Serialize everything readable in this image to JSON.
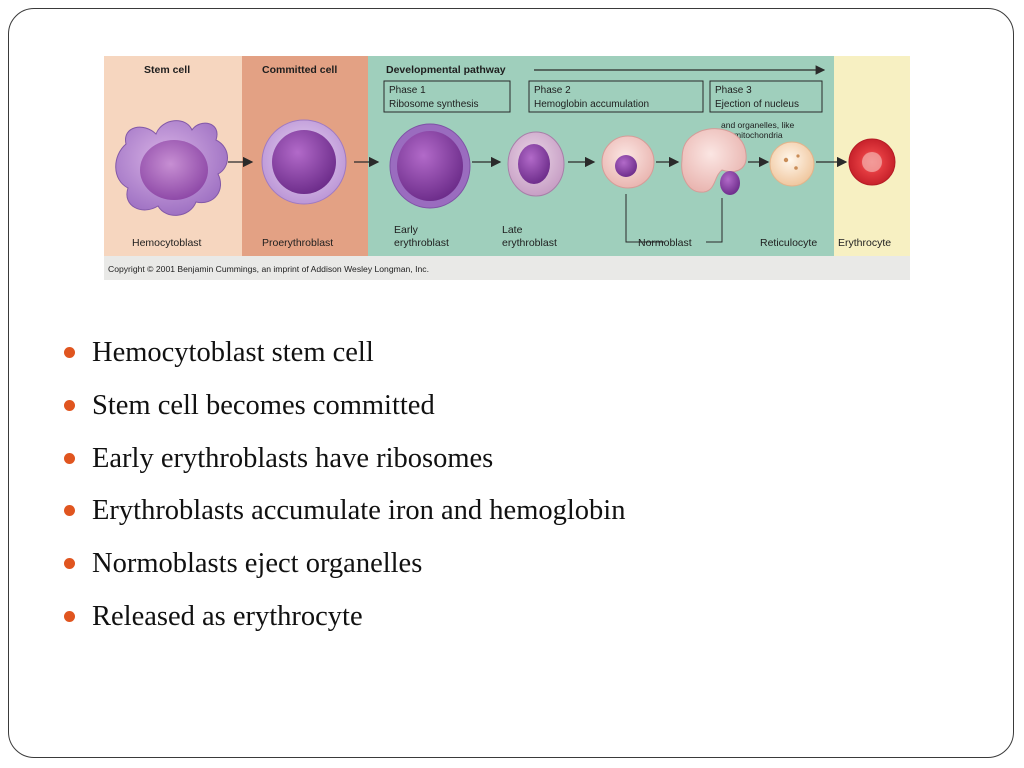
{
  "figure": {
    "headers": {
      "stem_cell": "Stem cell",
      "committed_cell": "Committed cell",
      "developmental_pathway": "Developmental pathway"
    },
    "phases": [
      {
        "title": "Phase 1",
        "desc": "Ribosome synthesis"
      },
      {
        "title": "Phase 2",
        "desc": "Hemoglobin accumulation"
      },
      {
        "title": "Phase 3",
        "desc": "Ejection of nucleus"
      }
    ],
    "note_line1": "and organelles, like",
    "note_line2": "mitochondria",
    "cell_labels": {
      "hemocytoblast": "Hemocytoblast",
      "proerythroblast": "Proerythroblast",
      "early_1": "Early",
      "early_2": "erythroblast",
      "late_1": "Late",
      "late_2": "erythroblast",
      "normoblast": "Normoblast",
      "reticulocyte": "Reticulocyte",
      "erythrocyte": "Erythrocyte"
    },
    "copyright": "Copyright © 2001 Benjamin Cummings, an imprint of Addison Wesley Longman, Inc.",
    "colors": {
      "stem_bg": "#f6d6bf",
      "committed_bg": "#e3a184",
      "pathway_bg": "#9fcfbc",
      "erythrocyte_bg": "#f7f0c2",
      "copyright_bg": "#e9e9e7",
      "bullet": "#e0551f"
    }
  },
  "bullets": [
    "Hemocytoblast stem cell",
    "Stem cell becomes committed",
    "Early erythroblasts have ribosomes",
    "Erythroblasts accumulate iron and hemoglobin",
    "Normoblasts eject organelles",
    "Released as erythrocyte"
  ]
}
